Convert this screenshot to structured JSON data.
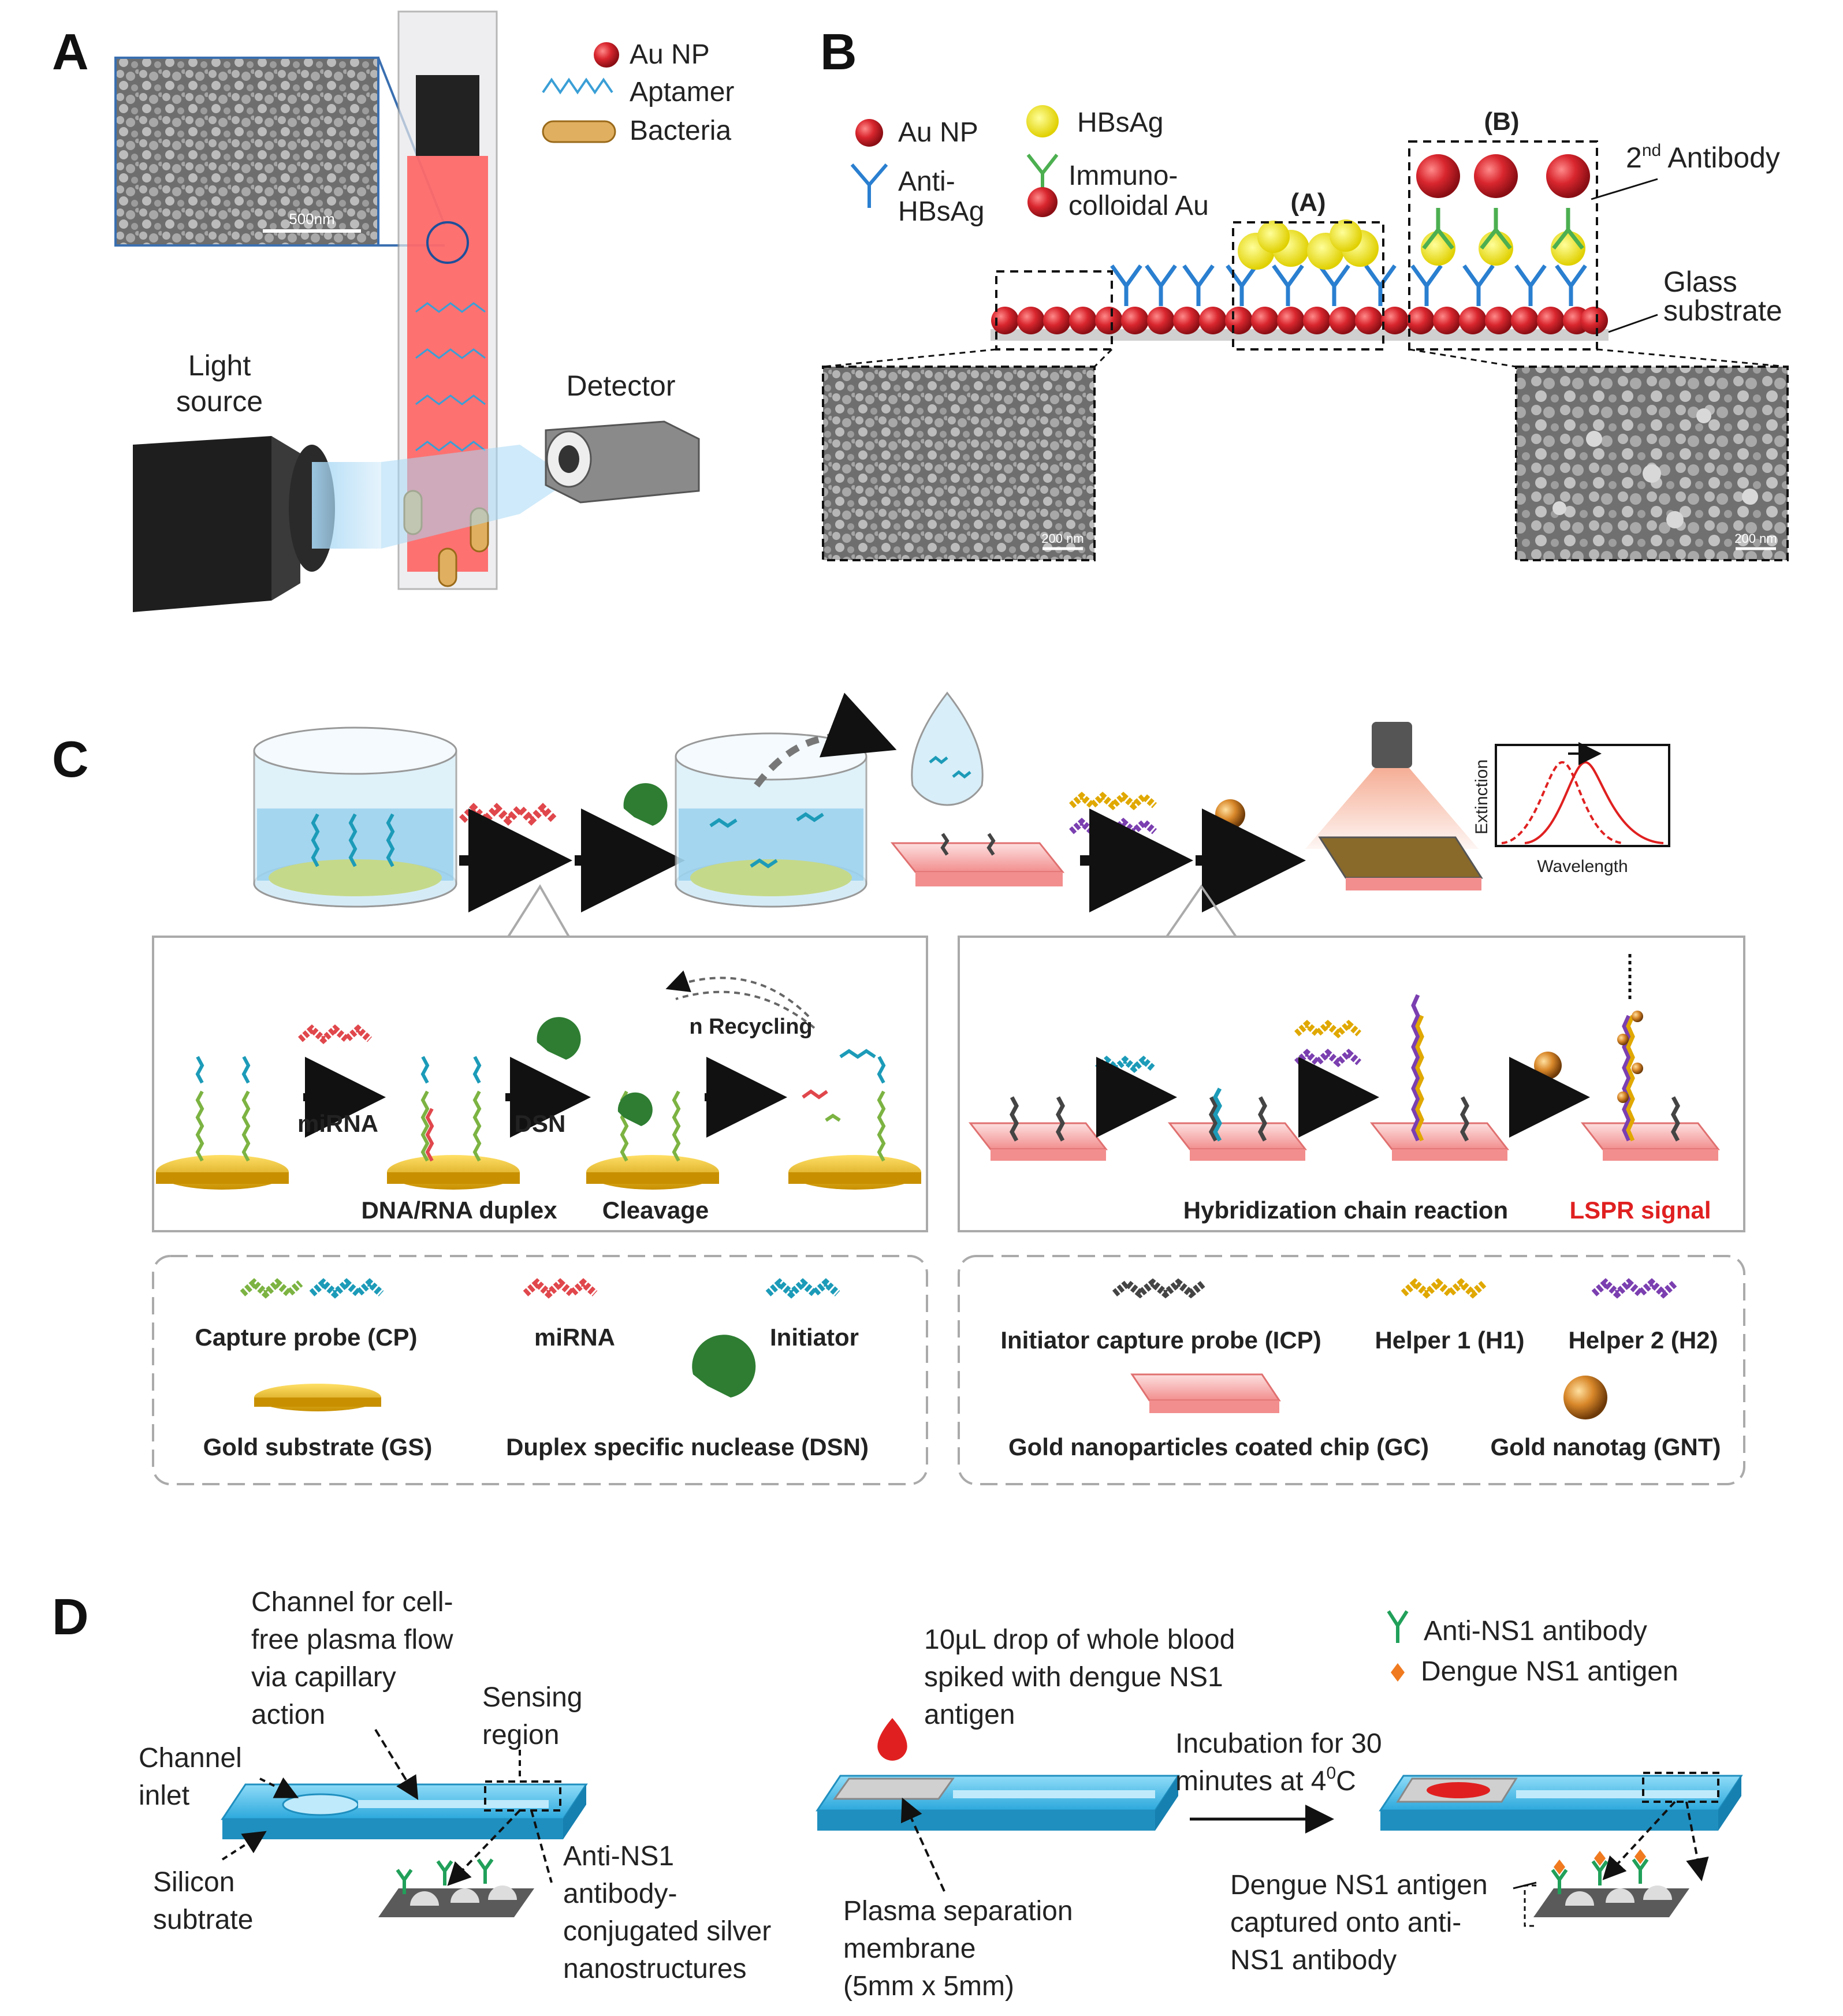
{
  "panels": {
    "a": {
      "letter": "A",
      "legend": {
        "au_np": "Au NP",
        "aptamer": "Aptamer",
        "bacteria": "Bacteria"
      },
      "scale_bar": "500nm",
      "light_source": [
        "Light",
        "source"
      ],
      "detector": "Detector"
    },
    "b": {
      "letter": "B",
      "legend": {
        "au_np": "Au NP",
        "anti": [
          "Anti-",
          "HBsAg"
        ],
        "hbsag": "HBsAg",
        "immuno": [
          "Immuno-",
          "colloidal Au"
        ]
      },
      "box_a": "(A)",
      "box_b": "(B)",
      "second_antibody": {
        "base": "2",
        "sup": "nd",
        "rest": " Antibody"
      },
      "glass": [
        "Glass",
        "substrate"
      ],
      "scale_left": "200 nm",
      "scale_right": "200 nm"
    },
    "c": {
      "letter": "C",
      "extinction_axis": "Extinction",
      "wavelength_axis": "Wavelength",
      "recycling": "n Recycling",
      "mirna_arrow": "miRNA",
      "dsn_arrow": "DSN",
      "duplex": "DNA/RNA  duplex",
      "cleavage": "Cleavage",
      "hcr": "Hybridization chain reaction",
      "lspr": "LSPR signal",
      "legend_left": {
        "cp": "Capture probe (CP)",
        "mirna": "miRNA",
        "initiator": "Initiator",
        "gs": "Gold substrate (GS)",
        "dsn": "Duplex specific nuclease (DSN)"
      },
      "legend_right": {
        "icp": "Initiator capture probe (ICP)",
        "h1": "Helper 1 (H1)",
        "h2": "Helper 2 (H2)",
        "gc": "Gold nanoparticles coated chip (GC)",
        "gnt": "Gold nanotag (GNT)"
      }
    },
    "d": {
      "letter": "D",
      "channel": [
        "Channel for cell-",
        "free plasma flow",
        "via capillary",
        "action"
      ],
      "sensing": [
        "Sensing",
        "region"
      ],
      "inlet": [
        "Channel",
        "inlet"
      ],
      "silicon": [
        "Silicon",
        "subtrate"
      ],
      "anti_ns1_silver": [
        "Anti-NS1",
        "antibody-",
        "conjugated silver",
        "nanostructures"
      ],
      "drop": [
        "10µL drop of whole blood",
        "spiked with dengue NS1",
        "antigen"
      ],
      "membrane": [
        "Plasma separation",
        "membrane",
        "(5mm x 5mm)"
      ],
      "incubation": [
        "Incubation for 30"
      ],
      "incubation_temp": {
        "base": "minutes at 4",
        "sup": "0",
        "unit": "C"
      },
      "legend_antibody": "Anti-NS1 antibody",
      "legend_antigen": "Dengue NS1 antigen",
      "captured": [
        "Dengue NS1 antigen",
        "captured onto anti-",
        "NS1 antibody"
      ]
    }
  },
  "colors": {
    "gold_np": "#c81e28",
    "hbsag": "#f2ea1c",
    "antibody": "#2a7fd0",
    "second_ab": "#4caf50",
    "chip": "#f7a8a8",
    "gold_substrate": "#e8b400",
    "capture_green": "#7cb342",
    "initiator": "#1c9bb8",
    "mirna_red": "#e0474c",
    "h1": "#e0a800",
    "h2": "#7b3fb0",
    "icp": "#444444",
    "dsn": "#2e7d32",
    "lspr": "#e02020",
    "channel_blue": "#3fb8e8",
    "sem_gray": "#8a8a8a"
  }
}
